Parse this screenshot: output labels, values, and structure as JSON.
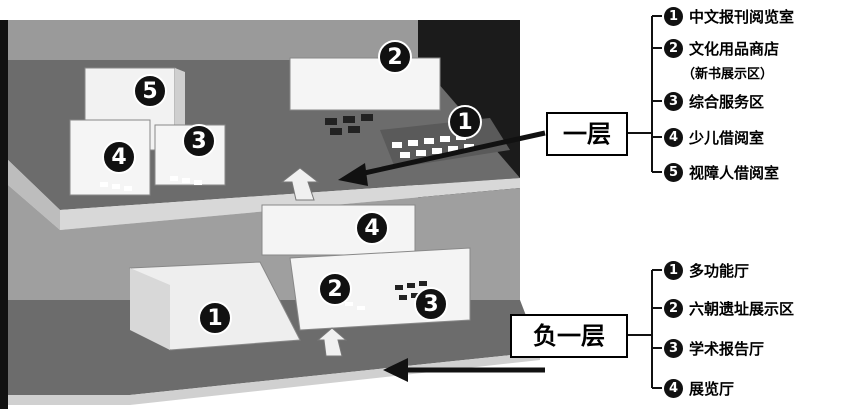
{
  "title_partial": "",
  "floors": {
    "upper": {
      "label": "一层",
      "legend": [
        {
          "num": "1",
          "label": "中文报刊阅览室"
        },
        {
          "num": "2",
          "label": "文化用品商店",
          "sub": "（新书展示区）"
        },
        {
          "num": "3",
          "label": "综合服务区"
        },
        {
          "num": "4",
          "label": "少儿借阅室"
        },
        {
          "num": "5",
          "label": "视障人借阅室"
        }
      ]
    },
    "lower": {
      "label": "负一层",
      "legend": [
        {
          "num": "1",
          "label": "多功能厅"
        },
        {
          "num": "2",
          "label": "六朝遗址展示区"
        },
        {
          "num": "3",
          "label": "学术报告厅"
        },
        {
          "num": "4",
          "label": "展览厅"
        }
      ]
    }
  },
  "markers": {
    "upper": [
      "1",
      "2",
      "3",
      "4",
      "5"
    ],
    "lower": [
      "1",
      "2",
      "3",
      "4"
    ]
  }
}
